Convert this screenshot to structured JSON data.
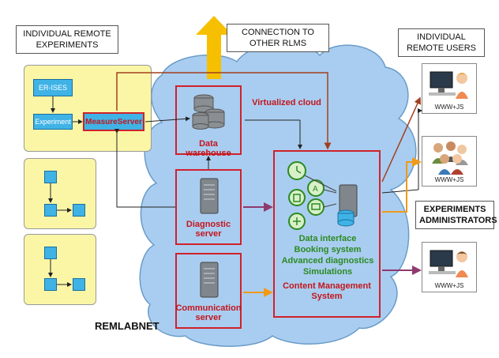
{
  "labels": {
    "remote_experiments": "INDIVIDUAL REMOTE EXPERIMENTS",
    "connection": "CONNECTION TO OTHER RLMS",
    "remote_users": "INDIVIDUAL REMOTE USERS",
    "admins": "EXPERIMENTS ADMINISTRATORS",
    "remlabnet": "REMLABNET",
    "virtualized_cloud": "Virtualized cloud"
  },
  "experiment_nodes": {
    "er_ises": "ER-ISES",
    "experiment": "Experiment",
    "measure_server": "MeasureServer"
  },
  "servers": {
    "data_warehouse": "Data warehouse",
    "diagnostic": "Diagnostic server",
    "communication": "Communication server"
  },
  "cms": {
    "features": [
      "Data interface",
      "Booking system",
      "Advanced diagnostics",
      "Simulations"
    ],
    "title": "Content Management System"
  },
  "users": [
    {
      "caption": "WWW+JS"
    },
    {
      "caption": "WWW+JS"
    },
    {
      "caption": "WWW+JS"
    }
  ],
  "colors": {
    "cloud": "#a9cdf0",
    "yellow_panel": "#fbf6a6",
    "red": "#d0212a",
    "green_text": "#2c8a22",
    "arrow_yellow": "#f6c000",
    "arrow_purple": "#8e3a6e",
    "arrow_orange": "#f09a1a",
    "arrow_brown": "#a2401e"
  }
}
